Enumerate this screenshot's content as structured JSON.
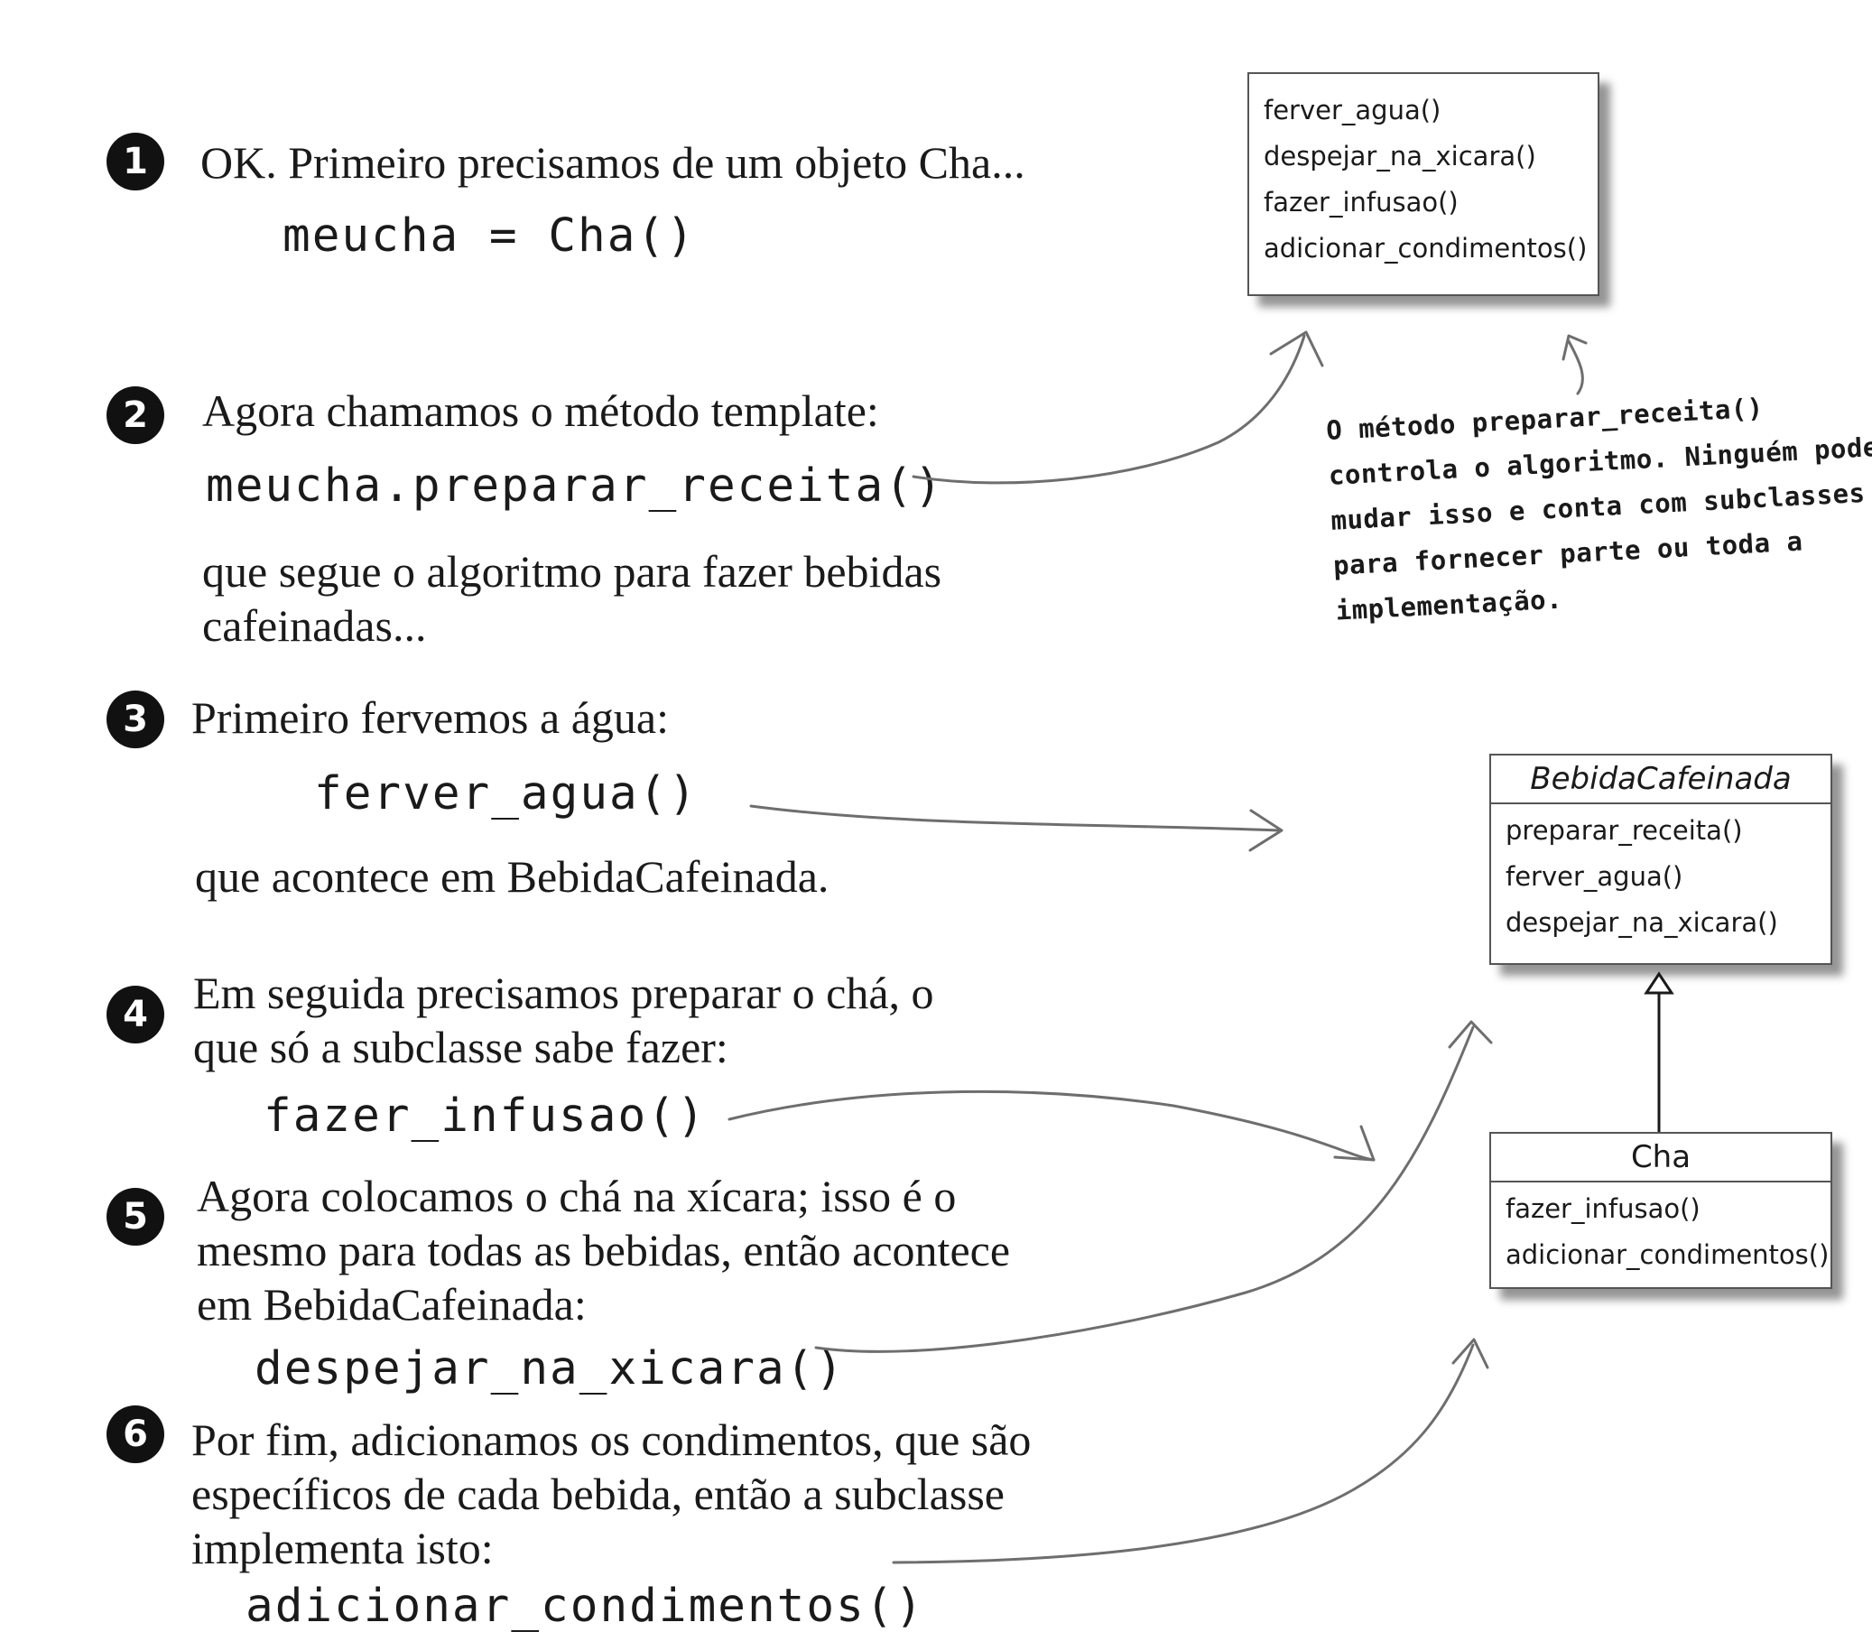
{
  "steps": [
    {
      "number": "1",
      "lines": [
        "OK. Primeiro precisamos de um objeto Cha..."
      ],
      "code": "meucha = Cha()",
      "after": []
    },
    {
      "number": "2",
      "lines": [
        "Agora chamamos o método template:"
      ],
      "code": "meucha.preparar_receita()",
      "after": [
        "que segue o algoritmo para fazer bebidas",
        "cafeinadas..."
      ]
    },
    {
      "number": "3",
      "lines": [
        "Primeiro fervemos a água:"
      ],
      "code": "ferver_agua()",
      "after": [
        "que acontece em BebidaCafeinada."
      ]
    },
    {
      "number": "4",
      "lines": [
        "Em seguida precisamos preparar o chá, o",
        "que só a subclasse sabe fazer:"
      ],
      "code": "fazer_infusao()",
      "after": []
    },
    {
      "number": "5",
      "lines": [
        "Agora colocamos o chá na xícara; isso é o",
        "mesmo para todas as bebidas, então acontece",
        "em BebidaCafeinada:"
      ],
      "code": "despejar_na_xicara()",
      "after": []
    },
    {
      "number": "6",
      "lines": [
        "Por fim, adicionamos os condimentos, que são",
        "específicos de cada bebida, então a subclasse",
        "implementa isto:"
      ],
      "code": "adicionar_condimentos()",
      "after": []
    }
  ],
  "algorithm_box": {
    "methods": [
      "ferver_agua()",
      "despejar_na_xicara()",
      "fazer_infusao()",
      "adicionar_condimentos()"
    ]
  },
  "annotation": {
    "lines": [
      "O método preparar_receita()",
      "controla o algoritmo. Ninguém pode",
      "mudar isso e conta com subclasses",
      "para fornecer parte ou toda a",
      "implementação."
    ]
  },
  "superclass": {
    "name": "BebidaCafeinada",
    "methods": [
      "preparar_receita()",
      "ferver_agua()",
      "despejar_na_xicara()"
    ]
  },
  "subclass": {
    "name": "Cha",
    "methods": [
      "fazer_infusao()",
      "adicionar_condimentos()"
    ]
  },
  "colors": {
    "badge": "#111111",
    "arrow": "#6e6e6e",
    "border": "#555555"
  }
}
